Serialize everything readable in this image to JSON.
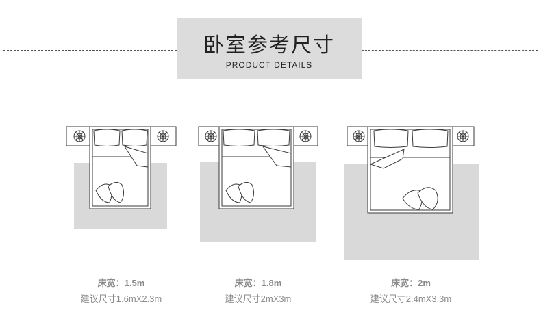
{
  "header": {
    "title_cn": "卧室参考尺寸",
    "title_en": "PRODUCT DETAILS"
  },
  "colors": {
    "rug": "#d9d9d9",
    "line": "#3a3a3a",
    "title_bg": "#dcdcdc",
    "caption": "#8a8a8a"
  },
  "icons": [
    "nightstand-lamp-icon",
    "pillow-icon",
    "cushion-icon",
    "folded-blanket-icon"
  ],
  "plans": [
    {
      "width_label": "床宽：1.5m",
      "size_label": "建议尺寸1.6mX2.3m"
    },
    {
      "width_label": "床宽：1.8m",
      "size_label": "建议尺寸2mX3m"
    },
    {
      "width_label": "床宽：2m",
      "size_label": "建议尺寸2.4mX3.3m"
    }
  ]
}
